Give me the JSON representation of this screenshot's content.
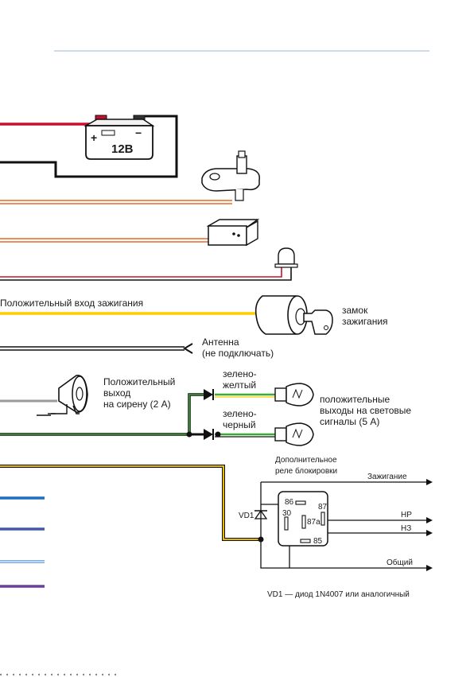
{
  "battery": {
    "label": "12B",
    "plus": "+",
    "minus": "−"
  },
  "labels": {
    "ignition_input": "Положительный вход зажигания",
    "ignition_lock": [
      "замок",
      "зажигания"
    ],
    "antenna": [
      "Антенна",
      "(не подключать)"
    ],
    "siren": [
      "Положительный",
      "выход",
      "на сирену (2 A)"
    ],
    "green_yellow": [
      "зелено-",
      "желтый"
    ],
    "green_black": [
      "зелено-",
      "черный"
    ],
    "light_outputs": [
      "положительные",
      "выходы на световые",
      "сигналы (5 A)"
    ]
  },
  "relay": {
    "title": [
      "Дополнительное",
      "реле блокировки"
    ],
    "ignition": "Зажигание",
    "pin86": "86",
    "pin87": "87",
    "pin30": "30",
    "pin87a": "87a",
    "pin85": "85",
    "no": "НР",
    "nc": "НЗ",
    "common": "Общий",
    "diode": "VD1"
  },
  "note": "VD1 — диод 1N4007 или аналогичный",
  "colors": {
    "header_line": "#9fb6cf",
    "red": "#c8102e",
    "black": "#111111",
    "orange": "#e8692a",
    "yellow": "#ffcc00",
    "gray": "#9a9a9a",
    "green": "#3aa935",
    "blue": "#1e6fc0",
    "purple": "#6a3fa0",
    "lightblue": "#4f8fd0"
  }
}
